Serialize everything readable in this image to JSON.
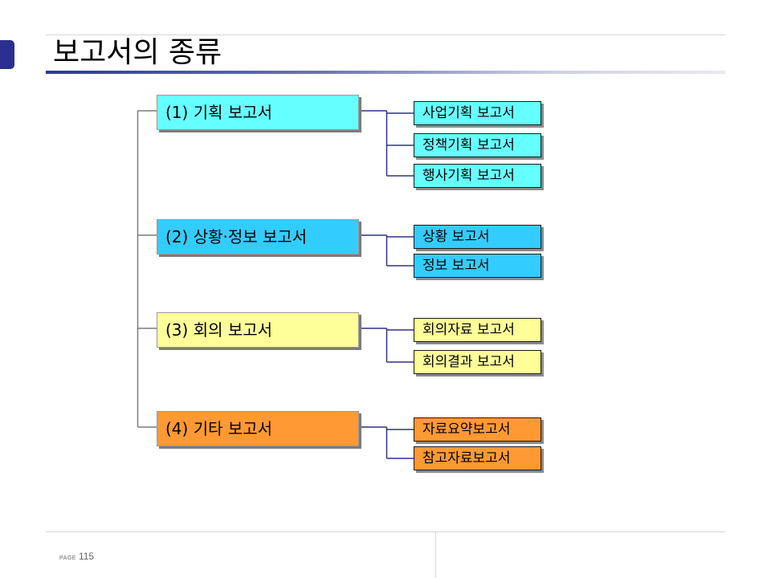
{
  "page_title": "보고서의 종류",
  "footer": {
    "page_label": "PAGE",
    "page_number": "115"
  },
  "colors": {
    "accent": "#2b2f8f",
    "connector": "#2e3192",
    "trunk": "#7a7a7a",
    "cyan_light": "#66ffff",
    "cyan_mid": "#33ccff",
    "yellow": "#ffff99",
    "orange": "#ff9933"
  },
  "categories": [
    {
      "label": "(1) 기획 보고서",
      "color": "#66ffff",
      "children": [
        "사업기획 보고서",
        "정책기획 보고서",
        "행사기획 보고서"
      ]
    },
    {
      "label": "(2) 상황·정보 보고서",
      "color": "#33ccff",
      "children": [
        "상황 보고서",
        "정보 보고서"
      ]
    },
    {
      "label": "(3) 회의 보고서",
      "color": "#ffff99",
      "children": [
        "회의자료 보고서",
        "회의결과 보고서"
      ]
    },
    {
      "label": "(4) 기타 보고서",
      "color": "#ff9933",
      "children": [
        "자료요약보고서",
        "참고자료보고서"
      ]
    }
  ]
}
